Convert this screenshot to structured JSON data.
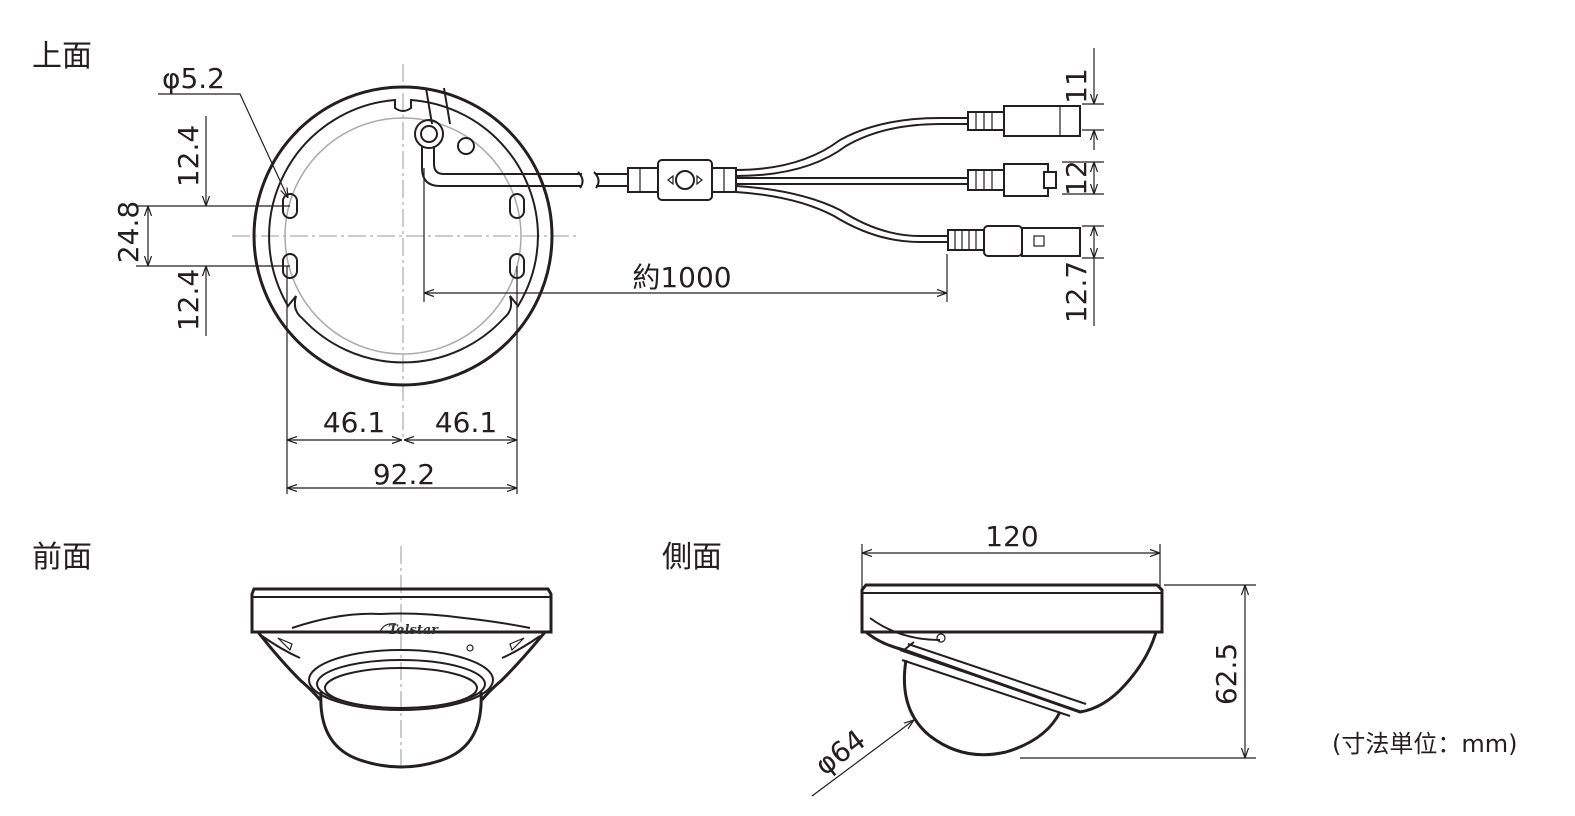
{
  "views": {
    "top": "上面",
    "front": "前面",
    "side": "側面"
  },
  "unit_note": "(寸法単位：mm)",
  "top_dims": {
    "hole_diameter": "φ5.2",
    "upper_spacing": "12.4",
    "middle_spacing": "24.8",
    "lower_spacing": "12.4",
    "left_half": "46.1",
    "right_half": "46.1",
    "total_width": "92.2",
    "cable_length": "約1000",
    "conn_top": "11",
    "conn_mid": "12",
    "conn_bottom": "12.7"
  },
  "side_dims": {
    "width": "120",
    "height": "62.5",
    "dome_diameter": "φ64"
  },
  "brand": "Telstar"
}
